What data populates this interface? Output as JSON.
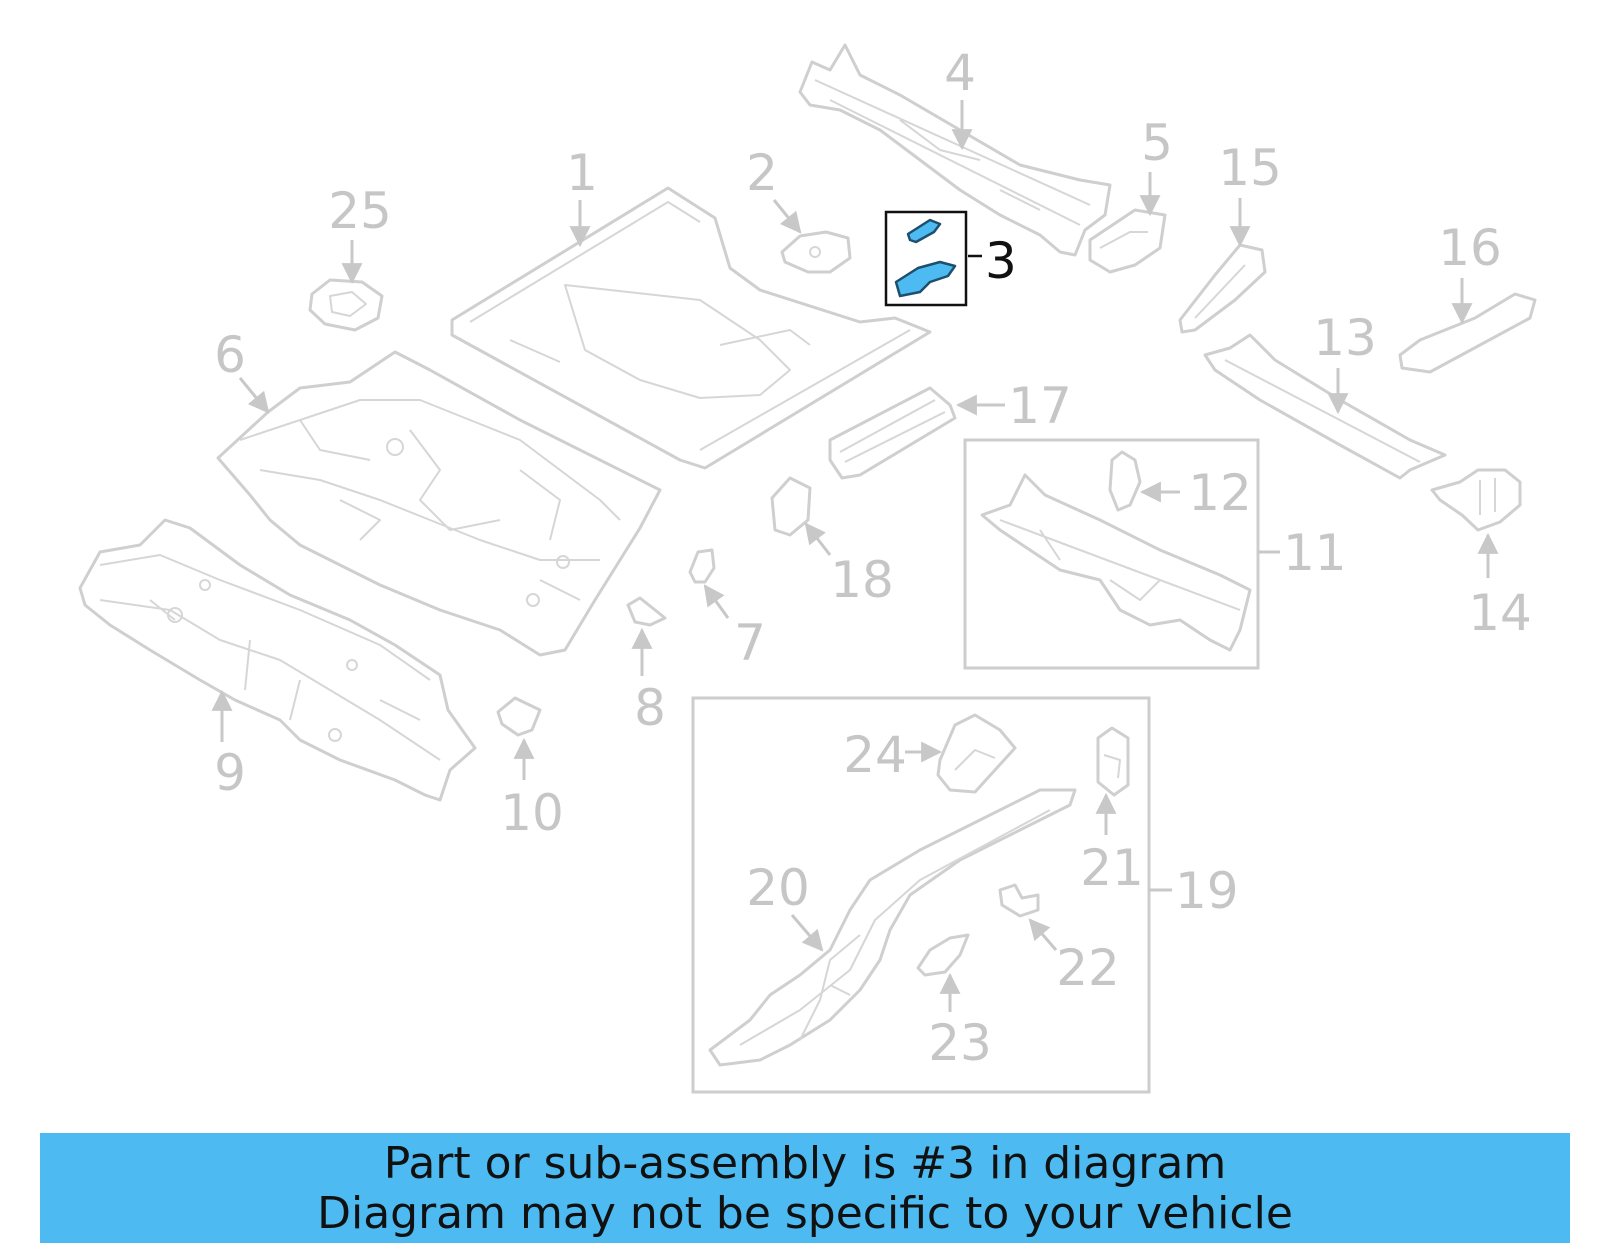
{
  "highlight_color": "#4dbbf2",
  "callouts": {
    "c1": "1",
    "c2": "2",
    "c3": "3",
    "c4": "4",
    "c5": "5",
    "c6": "6",
    "c7": "7",
    "c8": "8",
    "c9": "9",
    "c10": "10",
    "c11": "11",
    "c12": "12",
    "c13": "13",
    "c14": "14",
    "c15": "15",
    "c16": "16",
    "c17": "17",
    "c18": "18",
    "c19": "19",
    "c20": "20",
    "c21": "21",
    "c22": "22",
    "c23": "23",
    "c24": "24",
    "c25": "25"
  },
  "banner": {
    "line1": "Part or sub-assembly is #3 in diagram",
    "line2": "Diagram may not be specific to your vehicle"
  }
}
